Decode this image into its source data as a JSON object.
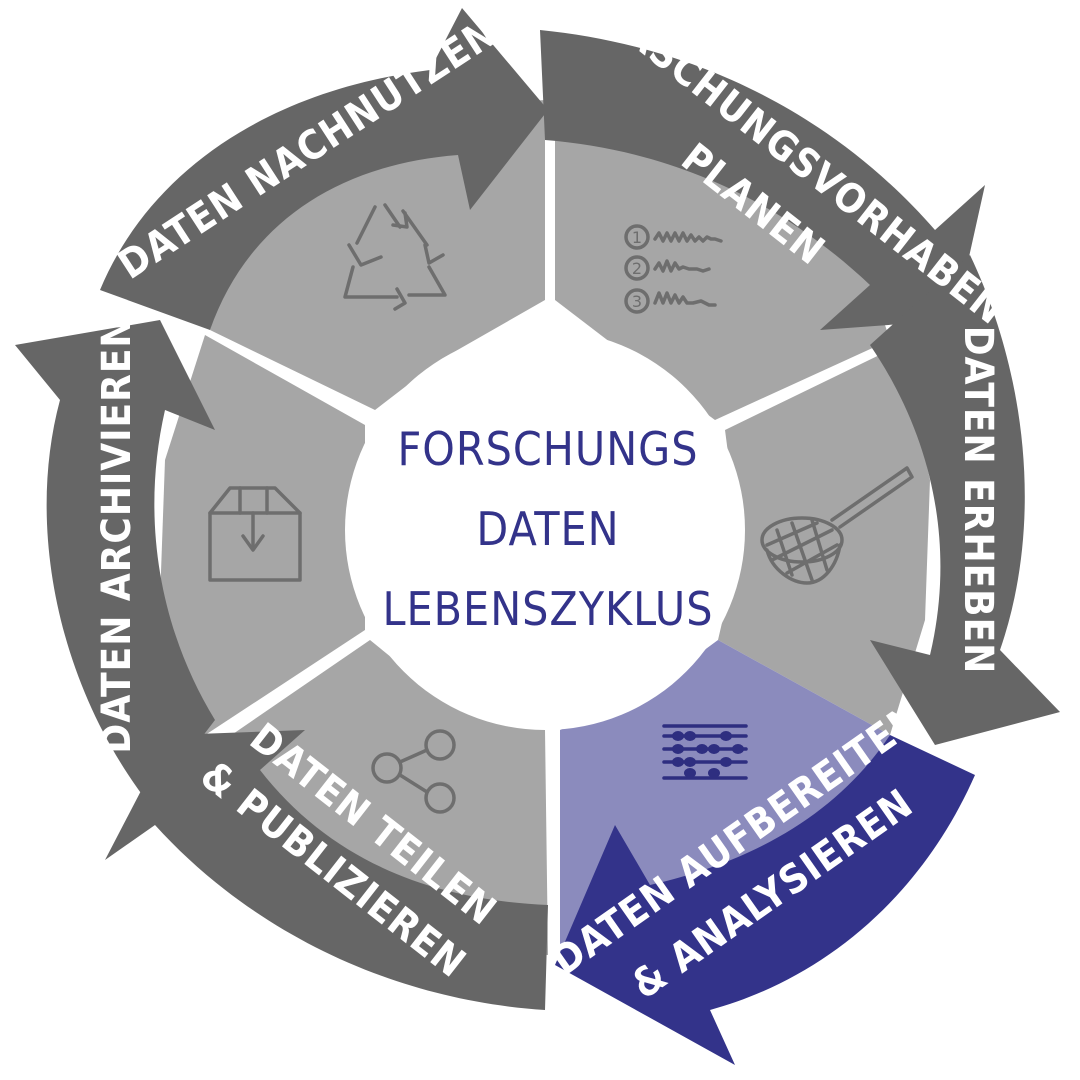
{
  "center": {
    "line1": "FORSCHUNGS",
    "line2": "DATEN",
    "line3": "LEBENSZYKLUS"
  },
  "stages": [
    {
      "line1": "FORSCHUNGSVORHABEN",
      "line2": "PLANEN",
      "icon": "numbered-list-icon"
    },
    {
      "line1": "DATEN ERHEBEN",
      "line2": "",
      "icon": "landing-net-icon"
    },
    {
      "line1": "DATEN AUFBEREITEN",
      "line2": "& ANALYSIEREN",
      "icon": "abacus-icon"
    },
    {
      "line1": "DATEN TEILEN",
      "line2": "& PUBLIZIEREN",
      "icon": "share-icon"
    },
    {
      "line1": "DATEN ARCHIVIEREN",
      "line2": "",
      "icon": "archive-box-icon"
    },
    {
      "line1": "DATEN NACHNUTZEN",
      "line2": "",
      "icon": "recycle-icon"
    }
  ],
  "list_numbers": [
    "1",
    "2",
    "3"
  ],
  "colors": {
    "arrow": "#666666",
    "segment": "#a6a6a6",
    "active_arrow": "#33338a",
    "active_segment": "#8b8bbd",
    "center_text": "#33338a",
    "background": "#ffffff"
  }
}
